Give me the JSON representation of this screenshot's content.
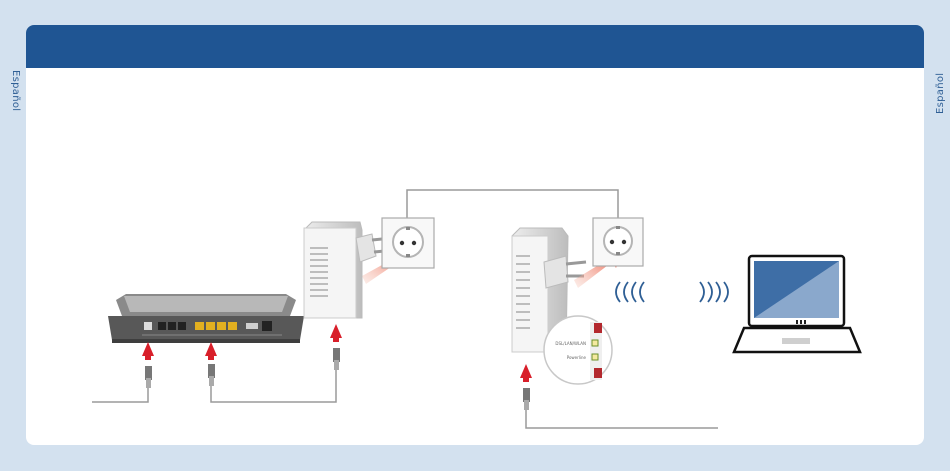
{
  "page": {
    "side_label_left": "Español",
    "side_label_right": "Español",
    "header_title": ""
  },
  "adapter_leds": {
    "led_top": "DSL/LAN/WLAN",
    "led_bottom": "Powerline"
  },
  "colors": {
    "background": "#d3e1ef",
    "header": "#1f5593",
    "arrow": "#d81f2a",
    "laptop_screen": "#3e6ea6"
  },
  "icons": [
    "router-icon",
    "powerline-adapter-icon",
    "power-socket-icon",
    "wifi-waves-icon",
    "laptop-icon",
    "cable-plug-icon",
    "up-arrow-icon"
  ]
}
